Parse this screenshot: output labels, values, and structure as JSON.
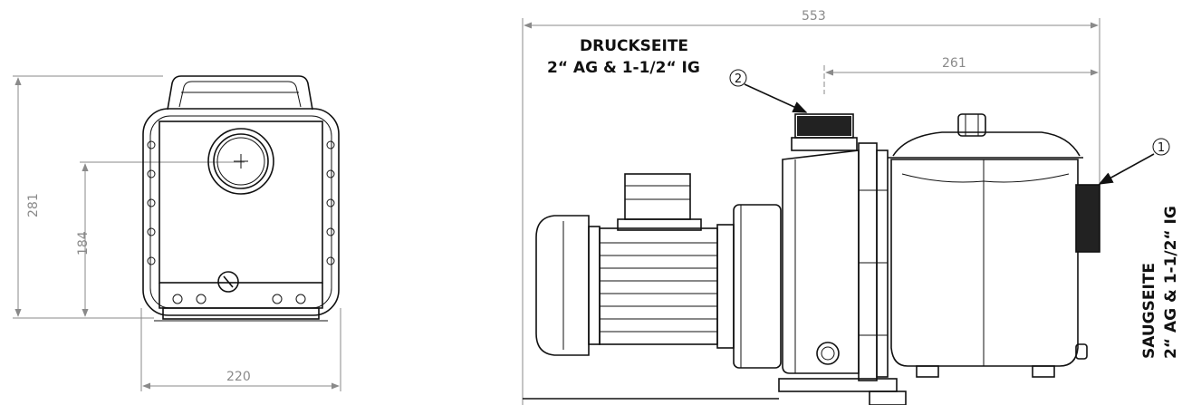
{
  "dimensions": {
    "front_width": "220",
    "front_height": "281",
    "front_inlet_height": "184",
    "side_total_length": "553",
    "side_outlet_distance": "261"
  },
  "labels": {
    "pressure_side_title": "DRUCKSEITE",
    "pressure_side_spec": "2“ AG & 1-1/2“ IG",
    "suction_side_title": "SAUGSEITE",
    "suction_side_spec": "2“ AG & 1-1/2“ IG"
  },
  "callouts": {
    "suction_port": "1",
    "pressure_port": "2"
  }
}
